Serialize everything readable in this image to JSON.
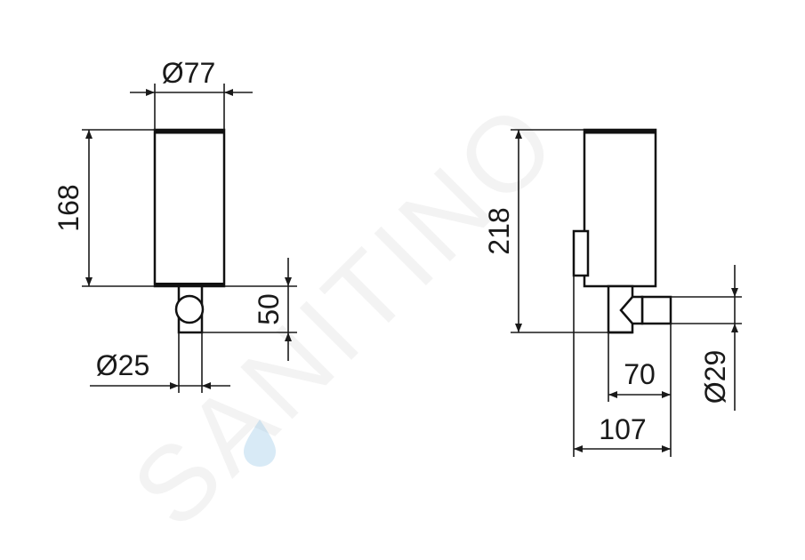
{
  "watermark": {
    "text": "SANITINO",
    "drop_color": "#8fc3e6"
  },
  "front_view": {
    "width_dim": "Ø77",
    "height_dim": "168",
    "outlet_offset_dim": "50",
    "outlet_diameter_dim": "Ø25"
  },
  "side_view": {
    "height_dim": "218",
    "outlet_diameter_dim": "Ø29",
    "outlet_length_dim": "70",
    "depth_dim": "107"
  },
  "colors": {
    "line": "#111111",
    "background": "#ffffff"
  }
}
